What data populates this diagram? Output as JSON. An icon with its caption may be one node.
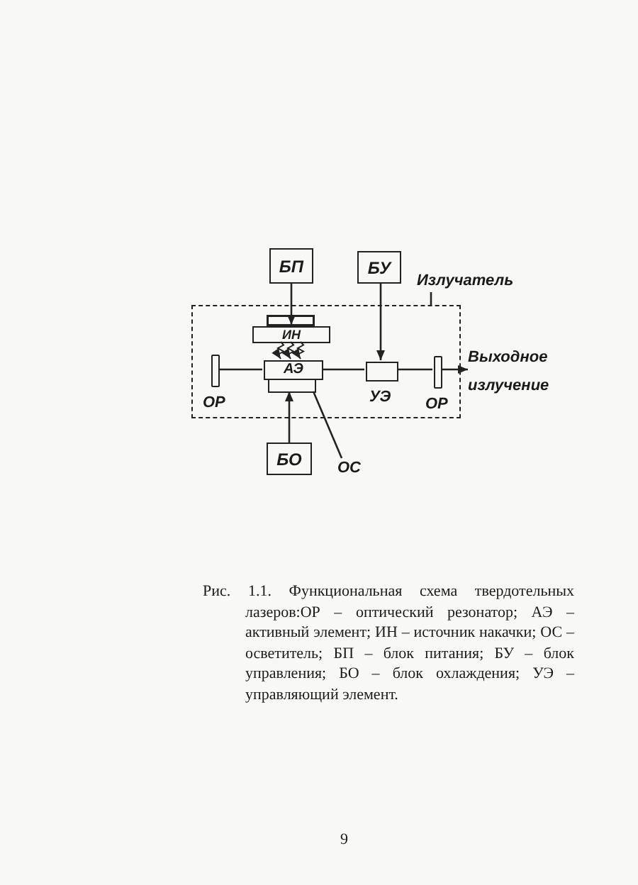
{
  "diagram": {
    "caption": "Рис. 1.1. Функциональная схема твердотельных лазеров:ОР – оптический резонатор; АЭ – активный элемент; ИН – источник накачки; ОС – осветитель; БП – блок питания; БУ – блок управления; БО – блок охлаждения; УЭ – управляющий элемент.",
    "nodes": [
      {
        "text": [
          "БП"
        ]
      },
      {
        "text": [
          "БУ"
        ]
      },
      {
        "text": [
          "Излучатель"
        ]
      },
      {
        "text": [],
        "shape": "box"
      },
      {
        "text": [],
        "shape": "box",
        "in": 3
      },
      {
        "text": [
          "ИН"
        ],
        "in": 3
      },
      {
        "text": [
          "АЭ"
        ],
        "in": 3
      },
      {
        "text": [],
        "shape": "bar",
        "in": 3,
        "beside": [
          "ОР"
        ]
      },
      {
        "text": [],
        "shape": "box",
        "in": 3,
        "beside": [
          "УЭ"
        ]
      },
      {
        "text": [],
        "shape": "bar",
        "in": 3,
        "beside": [
          "ОР"
        ]
      },
      {
        "text": [
          "БО"
        ]
      },
      {
        "text": [
          "ОС"
        ]
      },
      {
        "text": [
          "Выходное излучение"
        ]
      }
    ],
    "edges": [
      {
        "from": 0,
        "to": 5,
        "arrow": "to"
      },
      {
        "from": 1,
        "to": 8,
        "arrow": "to"
      },
      {
        "from": 10,
        "to": 4,
        "arrow": "to"
      },
      {
        "from": 7,
        "to": 6,
        "arrow": "none"
      },
      {
        "from": 6,
        "to": 8,
        "arrow": "none"
      },
      {
        "from": 8,
        "to": 9,
        "arrow": "none"
      },
      {
        "from": 9,
        "to": 12,
        "arrow": "to"
      },
      {
        "from": 5,
        "to": 6,
        "arrow": "to"
      },
      {
        "from": 5,
        "to": 6,
        "arrow": "to"
      },
      {
        "from": 5,
        "to": 6,
        "arrow": "to"
      },
      {
        "from": 11,
        "to": 4,
        "arrow": "none"
      },
      {
        "from": 2,
        "to": 3,
        "arrow": "none"
      }
    ],
    "labels": [
      "9"
    ]
  }
}
